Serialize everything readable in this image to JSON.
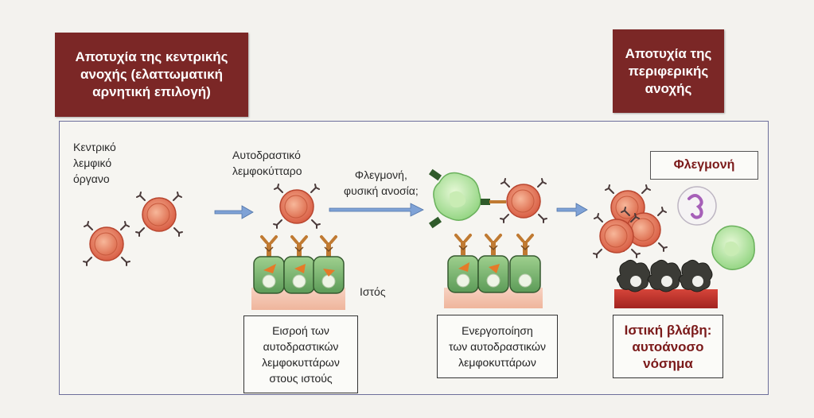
{
  "headers": {
    "central_failure": "Αποτυχία της κεντρικής\nανοχής (ελαττωματική\nαρνητική επιλογή)",
    "peripheral_failure": "Αποτυχία της\nπεριφερικής\nανοχής"
  },
  "labels": {
    "central_lymphoid_organ": "Κεντρικό\nλεμφικό\nόργανο",
    "autoreactive_lymphocyte": "Αυτοδραστικό\nλεμφοκύτταρο",
    "inflammation_question": "Φλεγμονή,\nφυσική ανοσία;",
    "tissue": "Ιστός"
  },
  "boxes": {
    "influx": "Εισροή των\nαυτοδραστικών\nλεμφοκυττάρων\nστους ιστούς",
    "activation": "Ενεργοποίηση\nτων αυτοδραστικών\nλεμφοκυττάρων",
    "tissue_damage": "Ιστική βλάβη:\nαυτοάνοσο\nνόσημα",
    "inflammation": "Φλεγμονή"
  },
  "colors": {
    "header_bg": "#7b2726",
    "frame_border": "#6d6f9b",
    "lymphocyte": "#e8876a",
    "tissue_cell": "#6fae6b",
    "damaged_cell": "#3b3b36",
    "arrow": "#7fa2d6",
    "receptor": "#c07a32"
  },
  "icons": [
    "lymphocyte-icon",
    "receptor-icon",
    "tissue-cell-icon",
    "apc-icon",
    "neutrophil-icon",
    "arrow-icon"
  ]
}
